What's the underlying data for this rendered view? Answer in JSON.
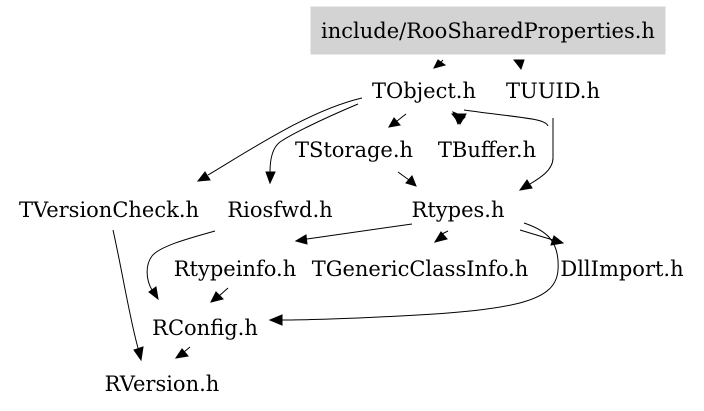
{
  "diagram": {
    "type": "include-dependency-graph",
    "nodes": [
      {
        "id": "root",
        "label": "include/RooSharedProperties.h",
        "highlighted": true
      },
      {
        "id": "tobject",
        "label": "TObject.h"
      },
      {
        "id": "tuuid",
        "label": "TUUID.h"
      },
      {
        "id": "tstorage",
        "label": "TStorage.h"
      },
      {
        "id": "tbuffer",
        "label": "TBuffer.h"
      },
      {
        "id": "tversioncheck",
        "label": "TVersionCheck.h"
      },
      {
        "id": "riosfwd",
        "label": "Riosfwd.h"
      },
      {
        "id": "rtypes",
        "label": "Rtypes.h"
      },
      {
        "id": "rtypeinfo",
        "label": "Rtypeinfo.h"
      },
      {
        "id": "tgenericclassinfo",
        "label": "TGenericClassInfo.h"
      },
      {
        "id": "dllimport",
        "label": "DllImport.h"
      },
      {
        "id": "rconfig",
        "label": "RConfig.h"
      },
      {
        "id": "rversion",
        "label": "RVersion.h"
      }
    ],
    "edges": [
      {
        "from": "root",
        "to": "tobject"
      },
      {
        "from": "root",
        "to": "tuuid"
      },
      {
        "from": "tobject",
        "to": "tstorage"
      },
      {
        "from": "tobject",
        "to": "tbuffer"
      },
      {
        "from": "tobject",
        "to": "tversioncheck"
      },
      {
        "from": "tobject",
        "to": "riosfwd"
      },
      {
        "from": "tobject",
        "to": "rtypes"
      },
      {
        "from": "tstorage",
        "to": "rtypes"
      },
      {
        "from": "tuuid",
        "to": "rtypes"
      },
      {
        "from": "tversioncheck",
        "to": "rversion"
      },
      {
        "from": "riosfwd",
        "to": "rconfig"
      },
      {
        "from": "rtypes",
        "to": "rtypeinfo"
      },
      {
        "from": "rtypes",
        "to": "tgenericclassinfo"
      },
      {
        "from": "rtypes",
        "to": "dllimport"
      },
      {
        "from": "rtypes",
        "to": "rconfig"
      },
      {
        "from": "rtypeinfo",
        "to": "rconfig"
      },
      {
        "from": "rconfig",
        "to": "rversion"
      }
    ],
    "colors": {
      "highlight_fill": "#d3d3d3",
      "stroke": "#000000",
      "text": "#000000",
      "background": "#ffffff"
    }
  }
}
